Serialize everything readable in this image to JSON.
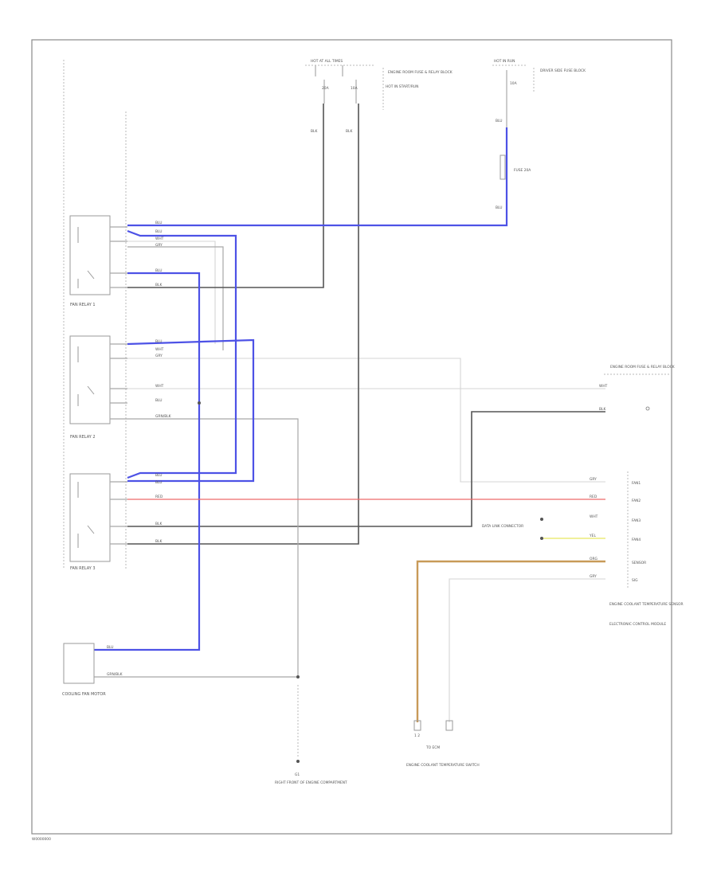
{
  "diagram_code": "W0000000",
  "components": {
    "top_center": {
      "pin_a": "HOT AT ALL TIMES",
      "fuse_a": "20A",
      "fuse_b": "10A",
      "desc": "ENGINE ROOM FUSE & RELAY BLOCK"
    },
    "top_right": {
      "pin_a": "HOT IN RUN",
      "fuse": "10A",
      "desc": "DRIVER SIDE FUSE BLOCK"
    },
    "inline_fuse": "FUSE 20A",
    "relay_1": "FAN RELAY 1",
    "relay_2": "FAN RELAY 2",
    "relay_3": "FAN RELAY 3",
    "conn_right_top": "ENGINE ROOM FUSE & RELAY BLOCK",
    "conn_right_cap": "ELECTRONIC CONTROL MODULE",
    "engine_coolant": "ENGINE COOLANT TEMPERATURE SENSOR",
    "fan_motor": "COOLING FAN MOTOR",
    "ground": "G1",
    "ground_desc": "RIGHT FRONT OF ENGINE COMPARTMENT",
    "bottom_connector": "ENGINE COOLANT TEMPERATURE SWITCH",
    "bottom_connector_pins": "1 2",
    "bottom_label": "TO ECM",
    "hot_label": "HOT IN START/RUN",
    "junction": "DATA LINK CONNECTOR"
  },
  "wire_colors": {
    "blu": "BLU",
    "blk": "BLK",
    "gry": "GRY",
    "wht": "WHT",
    "red": "RED",
    "yel": "YEL",
    "org": "ORG",
    "grn_blk": "GRN/BLK"
  },
  "right_connector_pins": [
    "FAN1",
    "FAN2",
    "FAN3",
    "FAN4",
    "SENSOR",
    "SIG"
  ],
  "colors": {
    "blue_wire": "#4d52e6",
    "red_wire": "#ee6a6a",
    "yellow_wire": "#ecec7a",
    "tan_wire": "#c89a58",
    "black_wire": "#555555"
  }
}
